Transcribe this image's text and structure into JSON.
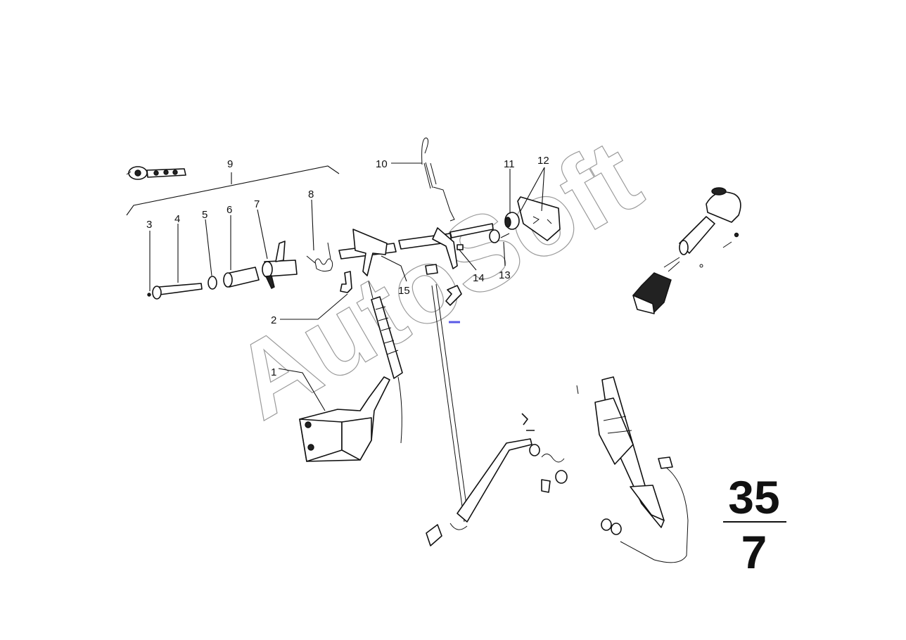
{
  "diagram": {
    "callouts": {
      "c1": "1",
      "c2": "2",
      "c3": "3",
      "c4": "4",
      "c5": "5",
      "c6": "6",
      "c7": "7",
      "c8": "8",
      "c9": "9",
      "c10": "10",
      "c11": "11",
      "c12": "12",
      "c13": "13",
      "c14": "14",
      "c15": "15"
    },
    "watermark": "AutoSoft",
    "figure": {
      "group": "35",
      "sub": "7"
    }
  }
}
